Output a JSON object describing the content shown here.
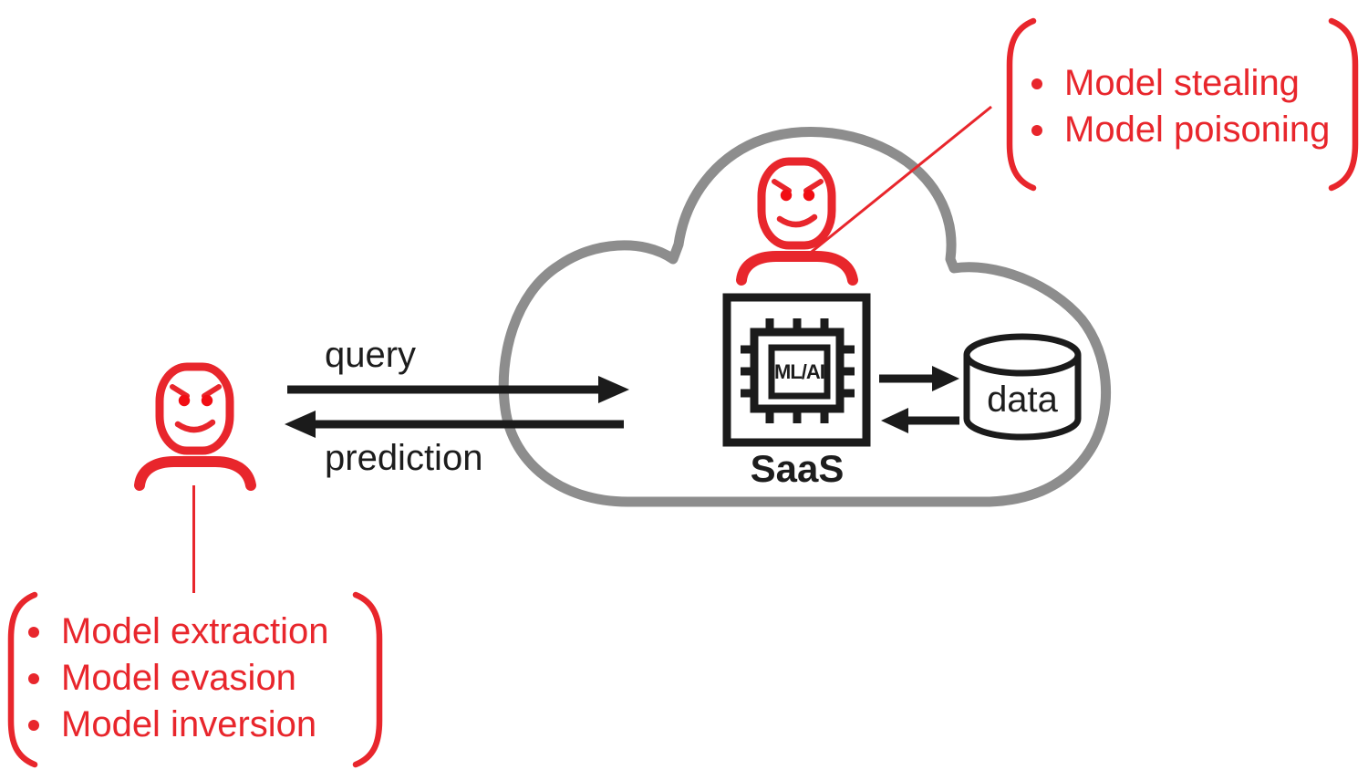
{
  "palette": {
    "accent_red": "#e8262c",
    "eye_red": "#f10d13",
    "cloud_gray": "#8d8d8d",
    "ink_black": "#1b1b1b"
  },
  "flows": {
    "query_label": "query",
    "prediction_label": "prediction"
  },
  "cloud": {
    "service_label": "SaaS",
    "chip_label": "ML/AI",
    "database_label": "data"
  },
  "threat_lists": {
    "external_attacker": {
      "items": [
        "Model extraction",
        "Model evasion",
        "Model inversion"
      ]
    },
    "insider_attacker": {
      "items": [
        "Model stealing",
        "Model poisoning"
      ]
    }
  },
  "icons": {
    "attacker": "angry-person-icon",
    "cloud": "cloud-outline-icon",
    "chip": "ml-chip-icon",
    "database": "database-cylinder-icon",
    "arrows": [
      "query-arrow-icon",
      "prediction-arrow-icon",
      "chip-to-data-arrow-icon",
      "data-to-chip-arrow-icon"
    ]
  }
}
